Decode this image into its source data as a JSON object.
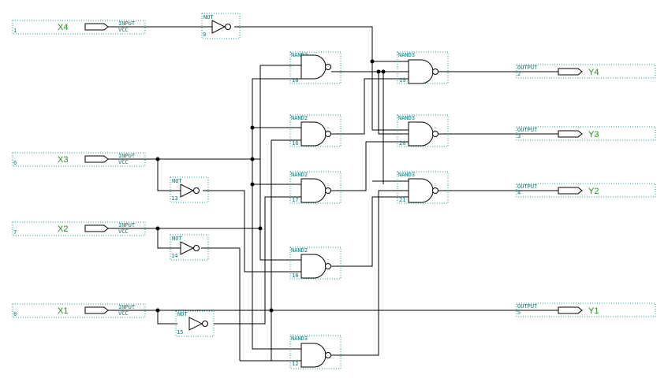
{
  "labels": {
    "input": "INPUT",
    "vcc": "VCC",
    "output": "OUTPUT",
    "not": "NOT",
    "nand2": "NAND2",
    "nand3": "NAND3"
  },
  "inputs": [
    {
      "name": "X4",
      "pin": "1"
    },
    {
      "name": "X3",
      "pin": "6"
    },
    {
      "name": "X2",
      "pin": "7"
    },
    {
      "name": "X1",
      "pin": "8"
    }
  ],
  "outputs": [
    {
      "name": "Y4",
      "pin": "2"
    },
    {
      "name": "Y3",
      "pin": "3"
    },
    {
      "name": "Y2",
      "pin": "4"
    },
    {
      "name": "Y1",
      "pin": "5"
    }
  ],
  "gates": {
    "not_9": "9",
    "not_13": "13",
    "not_14": "14",
    "not_15": "15",
    "nand_10": "10",
    "nand_16": "16",
    "nand_17": "17",
    "nand_18": "18",
    "nand_12": "12",
    "nand_19": "19",
    "nand_20": "20",
    "nand_21": "21"
  }
}
